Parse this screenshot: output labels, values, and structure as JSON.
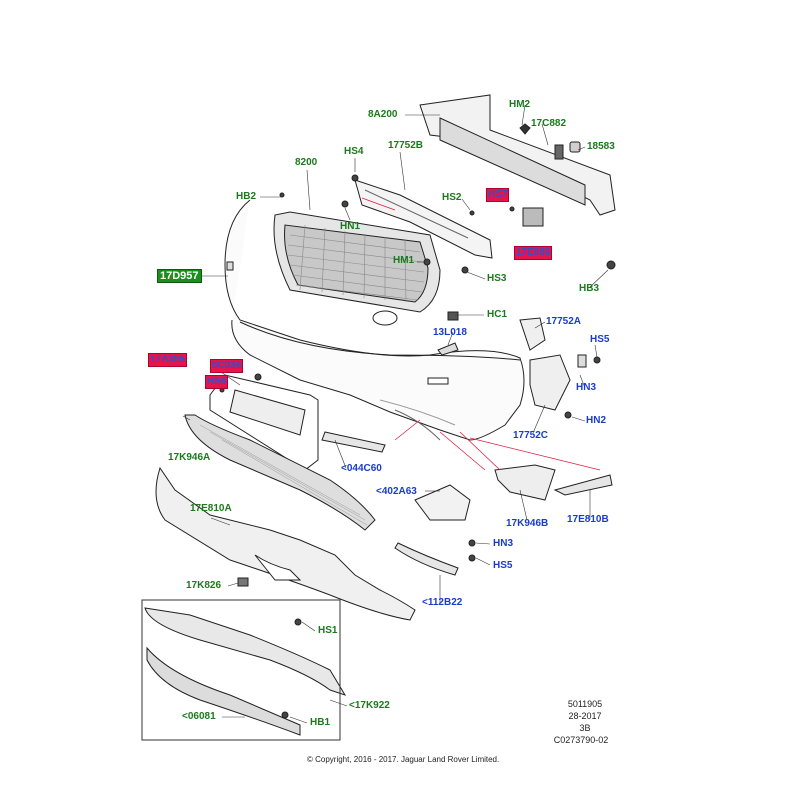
{
  "labels": {
    "l_8A200": "8A200",
    "l_HM2": "HM2",
    "l_17C882": "17C882",
    "l_18583": "18583",
    "l_HS4": "HS4",
    "l_17752B": "17752B",
    "l_8200": "8200",
    "l_HB2": "HB2",
    "l_HS2": "HS2",
    "l_HS7": "HS7",
    "l_HN1": "HN1",
    "l_17E886": "17E886",
    "l_HM1": "HM1",
    "l_HS3": "HS3",
    "l_HB3": "HB3",
    "l_17D957": "17D957",
    "l_HC1": "HC1",
    "l_13L018": "13L018",
    "l_17752A": "17752A",
    "l_HS5a": "HS5",
    "l_17A385": "17A385",
    "l_8C038": "8C038",
    "l_HS6": "HS6",
    "l_HN3a": "HN3",
    "l_HN2": "HN2",
    "l_17752C": "17752C",
    "l_17K946A": "17K946A",
    "l_044C60": "<044C60",
    "l_402A63": "<402A63",
    "l_17K946B": "17K946B",
    "l_17E810B": "17E810B",
    "l_17E810A": "17E810A",
    "l_HN3b": "HN3",
    "l_HS5b": "HS5",
    "l_17K826": "17K826",
    "l_112B22": "<112B22",
    "l_HS1": "HS1",
    "l_17K922": "<17K922",
    "l_06081": "<06081",
    "l_HB1": "HB1"
  },
  "meta": {
    "code1": "5011905",
    "code2": "28-2017",
    "code3": "3B",
    "code4": "C0273790-02",
    "copyright": "© Copyright, 2016 - 2017. Jaguar Land Rover Limited."
  },
  "colors": {
    "green_label": "#1b7a1b",
    "blue_label": "#1a3cc8",
    "highlight_red": "#e8134a",
    "highlight_green": "#1b8f1b",
    "leader_red": "#e02040"
  }
}
